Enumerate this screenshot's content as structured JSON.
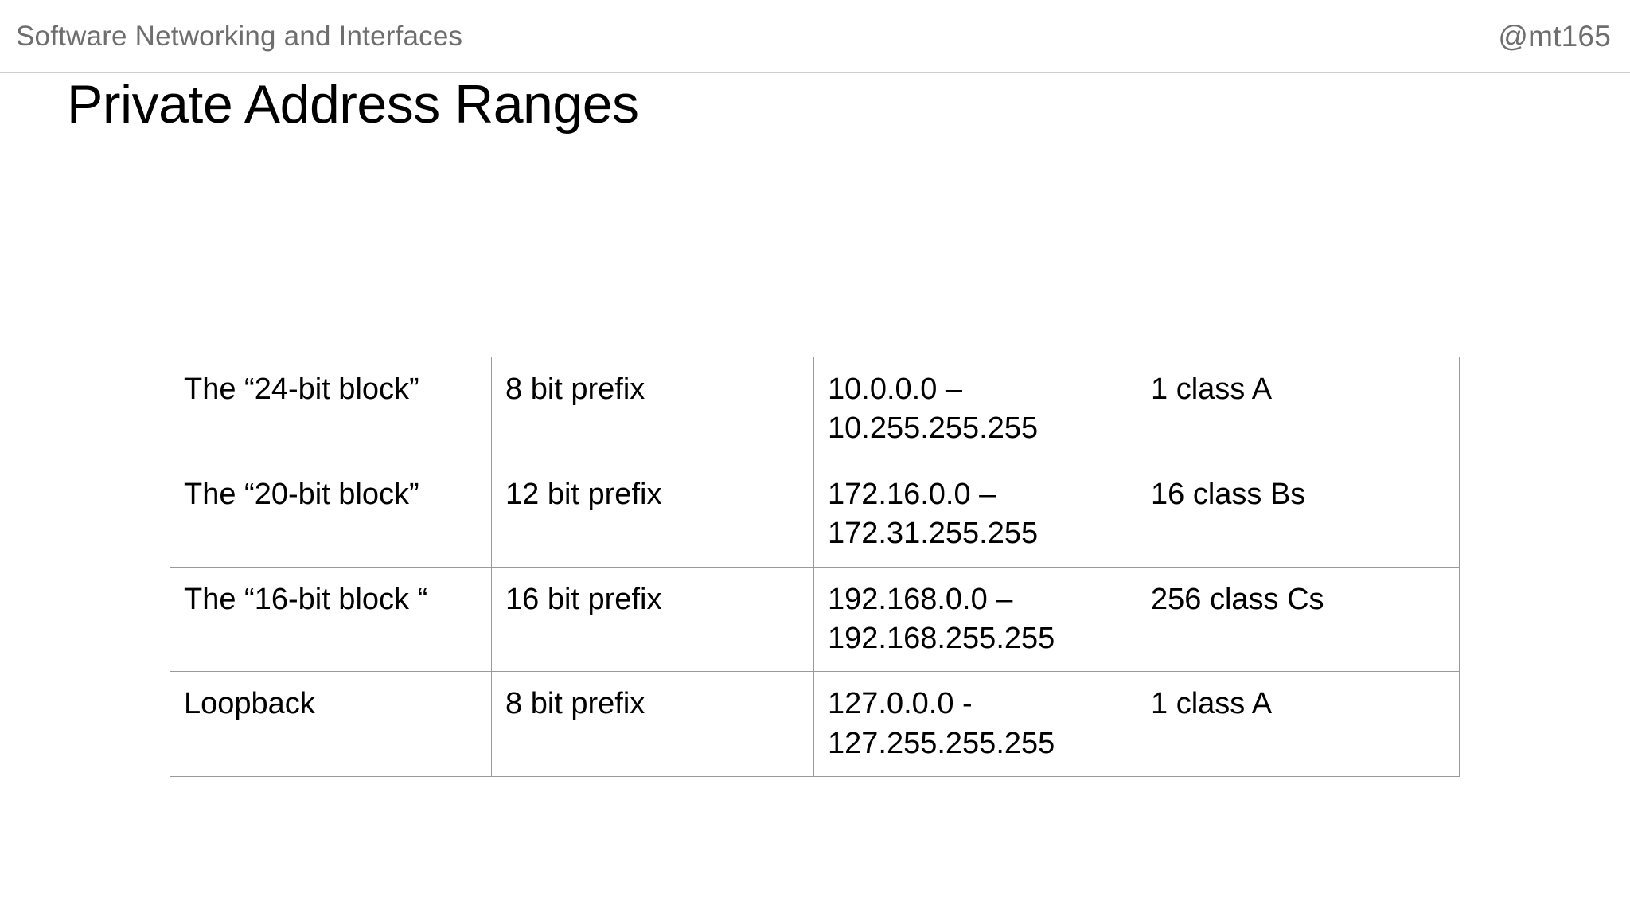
{
  "header": {
    "course_title": "Software Networking and Interfaces",
    "handle": "@mt165",
    "divider_color": "#cfcfcf",
    "text_color": "#6e6e6e"
  },
  "slide": {
    "title": "Private Address Ranges",
    "background_color": "#ffffff",
    "text_color": "#000000"
  },
  "table": {
    "border_color": "#9a9a9a",
    "columns": [
      "name",
      "prefix",
      "range",
      "count"
    ],
    "rows": [
      {
        "name": "The “24-bit block”",
        "prefix": "8 bit prefix",
        "range_line1": "10.0.0.0 –",
        "range_line2": "10.255.255.255",
        "count": "1 class A"
      },
      {
        "name": "The “20-bit block”",
        "prefix": "12 bit prefix",
        "range_line1": "172.16.0.0 –",
        "range_line2": "172.31.255.255",
        "count": "16 class Bs"
      },
      {
        "name": "The “16-bit block “",
        "prefix": "16 bit prefix",
        "range_line1": "192.168.0.0 –",
        "range_line2": "192.168.255.255",
        "count": "256 class Cs"
      },
      {
        "name": "Loopback",
        "prefix": "8 bit prefix",
        "range_line1": "127.0.0.0 -",
        "range_line2": "127.255.255.255",
        "count": "1 class A"
      }
    ]
  }
}
